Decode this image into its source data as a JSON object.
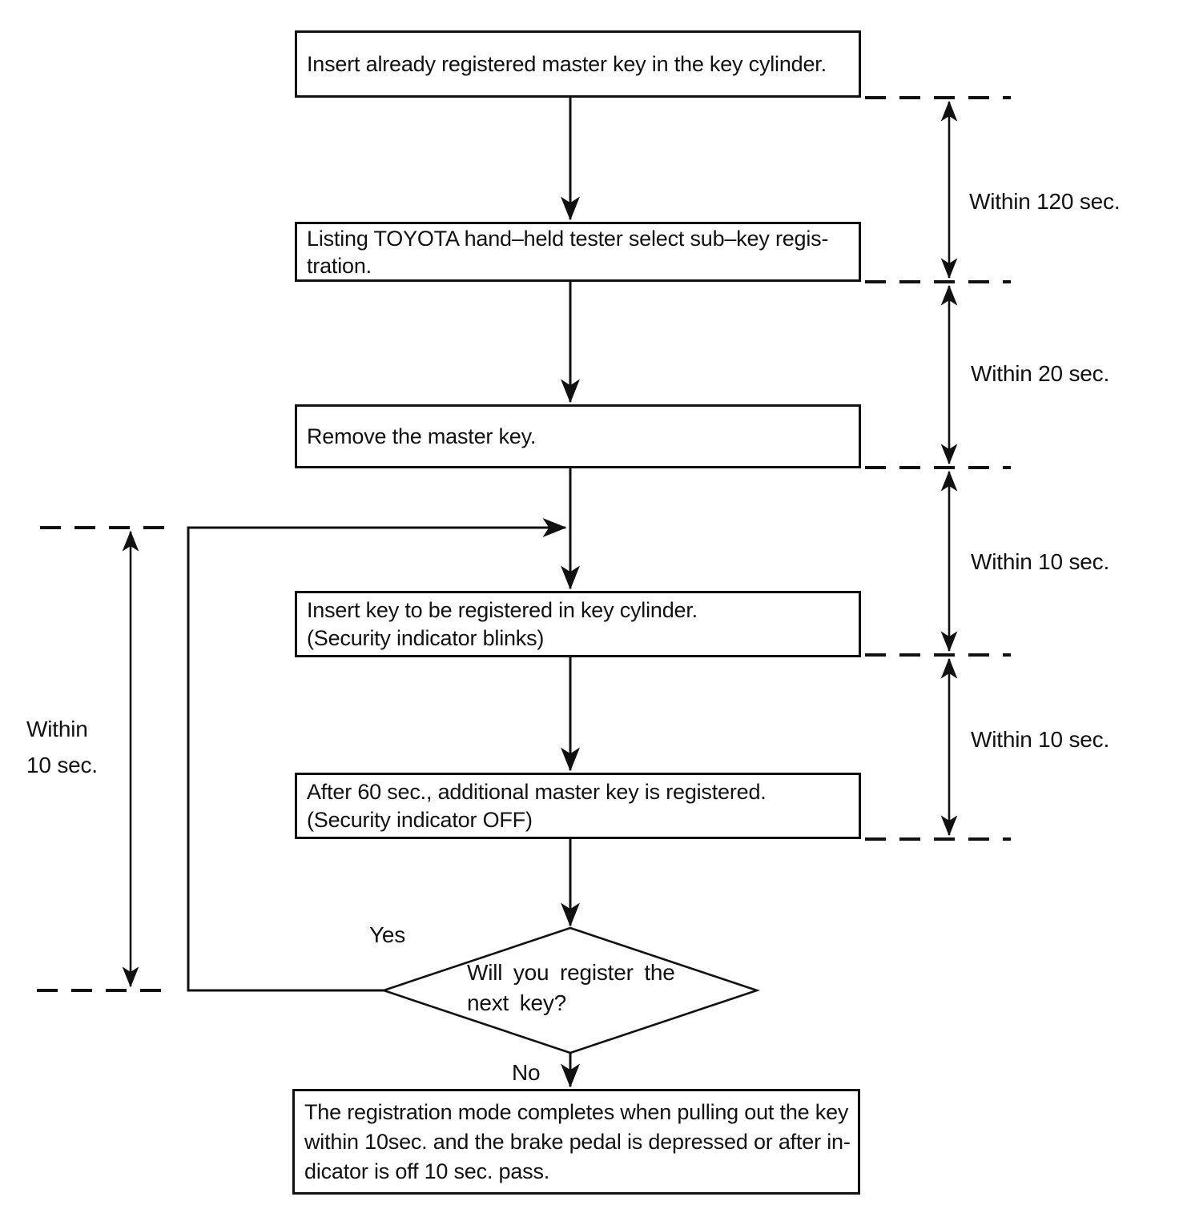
{
  "flowchart": {
    "title_hint": "Key registration procedure flowchart",
    "steps": [
      {
        "id": "insert-registered-master-key",
        "lines": [
          "Insert already registered master key in the key cylinder."
        ]
      },
      {
        "id": "select-sub-key-registration",
        "lines": [
          "Listing TOYOTA hand–held tester select sub–key regis-",
          "tration."
        ]
      },
      {
        "id": "remove-master-key",
        "lines": [
          "Remove the master key."
        ]
      },
      {
        "id": "insert-key-to-register",
        "lines": [
          "Insert key to be registered in key cylinder.",
          "(Security indicator blinks)"
        ]
      },
      {
        "id": "additional-key-registered",
        "lines": [
          "After 60 sec., additional master key is registered.",
          "(Security indicator OFF)"
        ]
      },
      {
        "id": "registration-mode-completes",
        "lines": [
          "The registration mode completes when pulling out the key",
          "within 10sec. and the brake pedal is depressed or after in-",
          "dicator is off 10 sec. pass."
        ]
      }
    ],
    "decision": {
      "id": "register-next-key",
      "lines": [
        "Will you register the",
        "next key?"
      ]
    },
    "branch_labels": {
      "yes": "Yes",
      "no": "No"
    },
    "timing_annotations": {
      "right": [
        {
          "label": "Within 120 sec."
        },
        {
          "label": "Within 20 sec."
        },
        {
          "label": "Within 10 sec."
        },
        {
          "label": "Within 10 sec."
        }
      ],
      "left": {
        "line1": "Within",
        "line2": "10 sec."
      }
    },
    "colors": {
      "line": "#111111",
      "background": "#ffffff"
    }
  }
}
